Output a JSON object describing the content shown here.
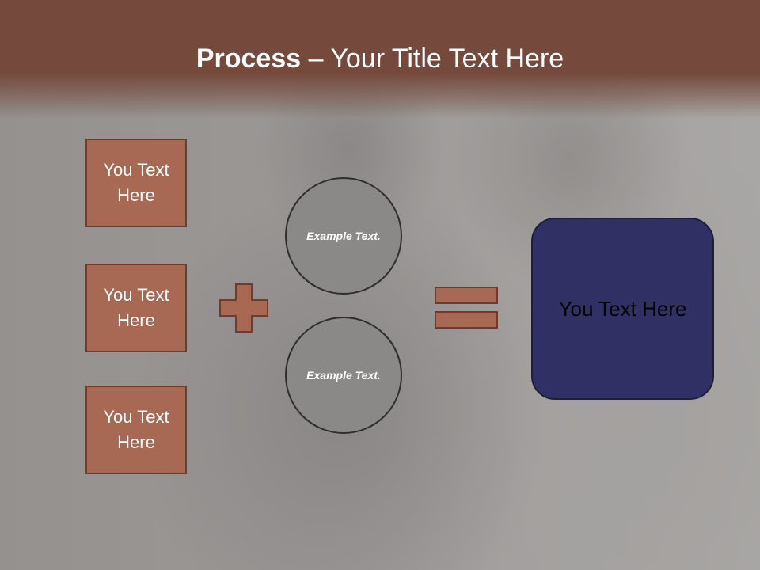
{
  "slide": {
    "title_bold": "Process",
    "title_rest": " – Your Title Text Here"
  },
  "left_boxes": [
    {
      "label": "You Text Here"
    },
    {
      "label": "You Text Here"
    },
    {
      "label": "You Text Here"
    }
  ],
  "operators": {
    "plus_icon": "plus-icon",
    "equals_icon": "equals-icon"
  },
  "circles": [
    {
      "label": "Example Text."
    },
    {
      "label": "Example Text."
    }
  ],
  "result_box": {
    "label": "You Text Here"
  },
  "colors": {
    "title_bar": "#754a3d",
    "box_fill": "#a76854",
    "box_border": "#6e3b2c",
    "circle_fill": "#8a8988",
    "result_fill": "#303064"
  }
}
